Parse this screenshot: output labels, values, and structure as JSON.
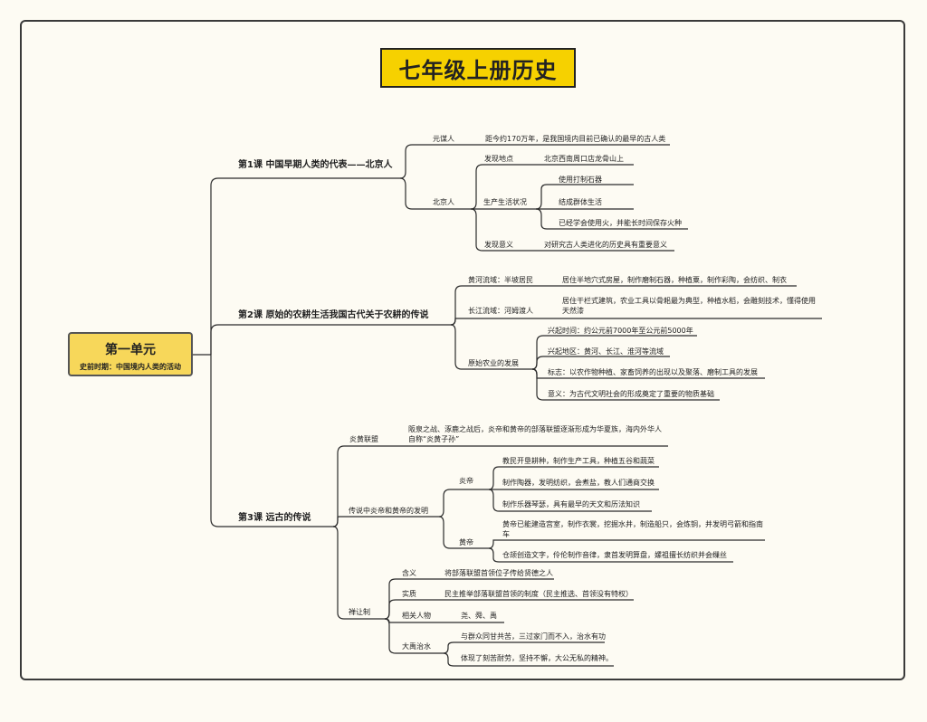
{
  "title": "七年级上册历史",
  "root": {
    "title": "第一单元",
    "subtitle": "史前时期：中国境内人类的活动"
  },
  "lesson1": {
    "title": "第1课  中国早期人类的代表——北京人",
    "yuanmou": {
      "label": "元谋人",
      "text": "距今约170万年，是我国境内目前已确认的最早的古人类"
    },
    "beijing": {
      "label": "北京人",
      "site": {
        "label": "发现地点",
        "text": "北京西南周口店龙骨山上"
      },
      "life": {
        "label": "生产生活状况",
        "items": [
          "使用打制石器",
          "结成群体生活",
          "已经学会使用火，并能长时间保存火种"
        ]
      },
      "significance": {
        "label": "发现意义",
        "text": "对研究古人类进化的历史具有重要意义"
      }
    }
  },
  "lesson2": {
    "title": "第2课  原始的农耕生活我国古代关于农耕的传说",
    "banpo": {
      "label": "黄河流域：半坡居民",
      "text": "居住半地穴式房屋，制作磨制石器，种植粟，制作彩陶，会纺织、制衣"
    },
    "hemudu": {
      "label": "长江流域：河姆渡人",
      "text": "居住干栏式建筑，农业工具以骨耜最为典型，种植水稻，会雕刻技术，懂得使用天然漆"
    },
    "agri": {
      "label": "原始农业的发展",
      "items": [
        "兴起时间：约公元前7000年至公元前5000年",
        "兴起地区：黄河、长江、淮河等流域",
        "标志：以农作物种植、家畜饲养的出现以及聚落、磨制工具的发展",
        "意义：为古代文明社会的形成奠定了重要的物质基础"
      ]
    }
  },
  "lesson3": {
    "title": "第3课  远古的传说",
    "alliance": {
      "label": "炎黄联盟",
      "text": "阪泉之战、涿鹿之战后，炎帝和黄帝的部落联盟逐渐形成为华夏族，海内外华人自称“炎黄子孙”"
    },
    "inventions": {
      "label": "传说中炎帝和黄帝的发明",
      "yandi": {
        "label": "炎帝",
        "items": [
          "教民开垦耕种，制作生产工具，种植五谷和蔬菜",
          "制作陶器，发明纺织，会煮盐，教人们通商交换",
          "制作乐器琴瑟，具有最早的天文和历法知识"
        ]
      },
      "huangdi": {
        "label": "黄帝",
        "items": [
          "黄帝已能建造宫室，制作衣裳，挖掘水井，制造船只，会炼铜，并发明弓箭和指南车",
          "仓颉创造文字，伶伦制作音律，隶首发明算盘，嫘祖擅长纺织并会缫丝"
        ]
      }
    },
    "abdication": {
      "label": "禅让制",
      "meaning": {
        "label": "含义",
        "text": "将部落联盟首领位子传给贤德之人"
      },
      "essence": {
        "label": "实质",
        "text": "民主推举部落联盟首领的制度（民主推选、首领没有特权）"
      },
      "people": {
        "label": "相关人物",
        "text": "尧、舜、禹"
      },
      "yu": {
        "label": "大禹治水",
        "items": [
          "与群众同甘共苦，三过家门而不入，治水有功",
          "体现了刻苦耐劳，坚持不懈，大公无私的精神。"
        ]
      }
    }
  }
}
